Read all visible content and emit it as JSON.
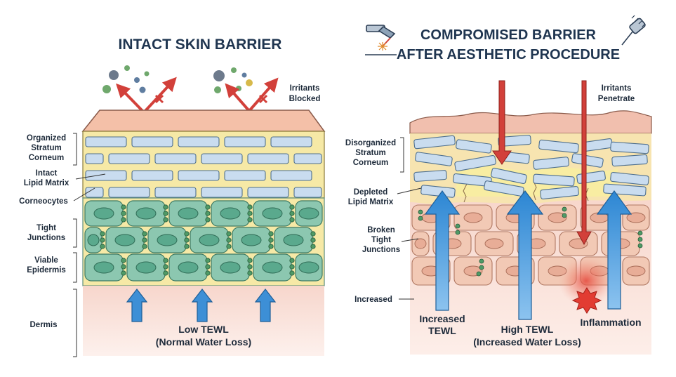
{
  "left_panel": {
    "title": "INTACT SKIN BARRIER",
    "irritants_label": [
      "Irritants",
      "Blocked"
    ],
    "labels": {
      "stratum": [
        "Organized",
        "Stratum",
        "Corneum"
      ],
      "lipid": [
        "Intact",
        "Lipid Matrix"
      ],
      "corneocytes": [
        "Corneocytes"
      ],
      "tight": [
        "Tight",
        "Junctions"
      ],
      "viable": [
        "Viable",
        "Epidermis"
      ],
      "dermis": [
        "Dermis"
      ]
    },
    "tewl_label": [
      "Low TEWL",
      "(Normal Water Loss)"
    ]
  },
  "right_panel": {
    "title": [
      "COMPROMISED BARRIER",
      "AFTER AESTHETIC PROCEDURE"
    ],
    "irritants_label": [
      "Irritants",
      "Penetrate"
    ],
    "labels": {
      "stratum": [
        "Disorganized",
        "Stratum",
        "Corneum"
      ],
      "lipid": [
        "Depleted",
        "Lipid Matrix"
      ],
      "broken": [
        "Broken",
        "Tight",
        "Junctions"
      ],
      "increased": [
        "Increased"
      ]
    },
    "tewl_increased": [
      "Increased",
      "TEWL"
    ],
    "tewl_high": [
      "High TEWL",
      "(Increased Water Loss)"
    ],
    "inflammation": [
      "Inflammation"
    ]
  },
  "colors": {
    "title": "#1f3550",
    "lipid": "#f6e9a6",
    "corneocyte": "#c9dcef",
    "viable_cell": "#8cc7b0",
    "nucleus": "#5aa98d",
    "dermis": "#fbe0d9",
    "arrow_blue": "#3d8fd6",
    "arrow_red": "#d2403a",
    "damaged_cell": "#f2c9b5",
    "inflammation": "#e23c32"
  },
  "icons": [
    "laser-device-icon",
    "microneedle-roller-icon",
    "irritant-particle-icon",
    "inflammation-burst-icon"
  ]
}
